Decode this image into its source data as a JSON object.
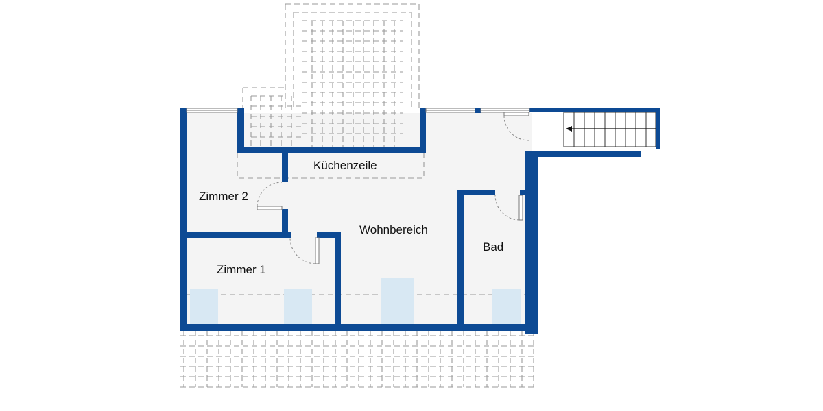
{
  "rooms": {
    "kuechenzeile": "Küchenzeile",
    "zimmer2": "Zimmer 2",
    "wohnbereich": "Wohnbereich",
    "bad": "Bad",
    "zimmer1": "Zimmer 1"
  },
  "colors": {
    "wall": "#0d4a94",
    "floor": "#f4f4f4",
    "roof_window": "#d8e8f3"
  },
  "icons": {
    "stair_arrow": "arrow-left-icon"
  }
}
